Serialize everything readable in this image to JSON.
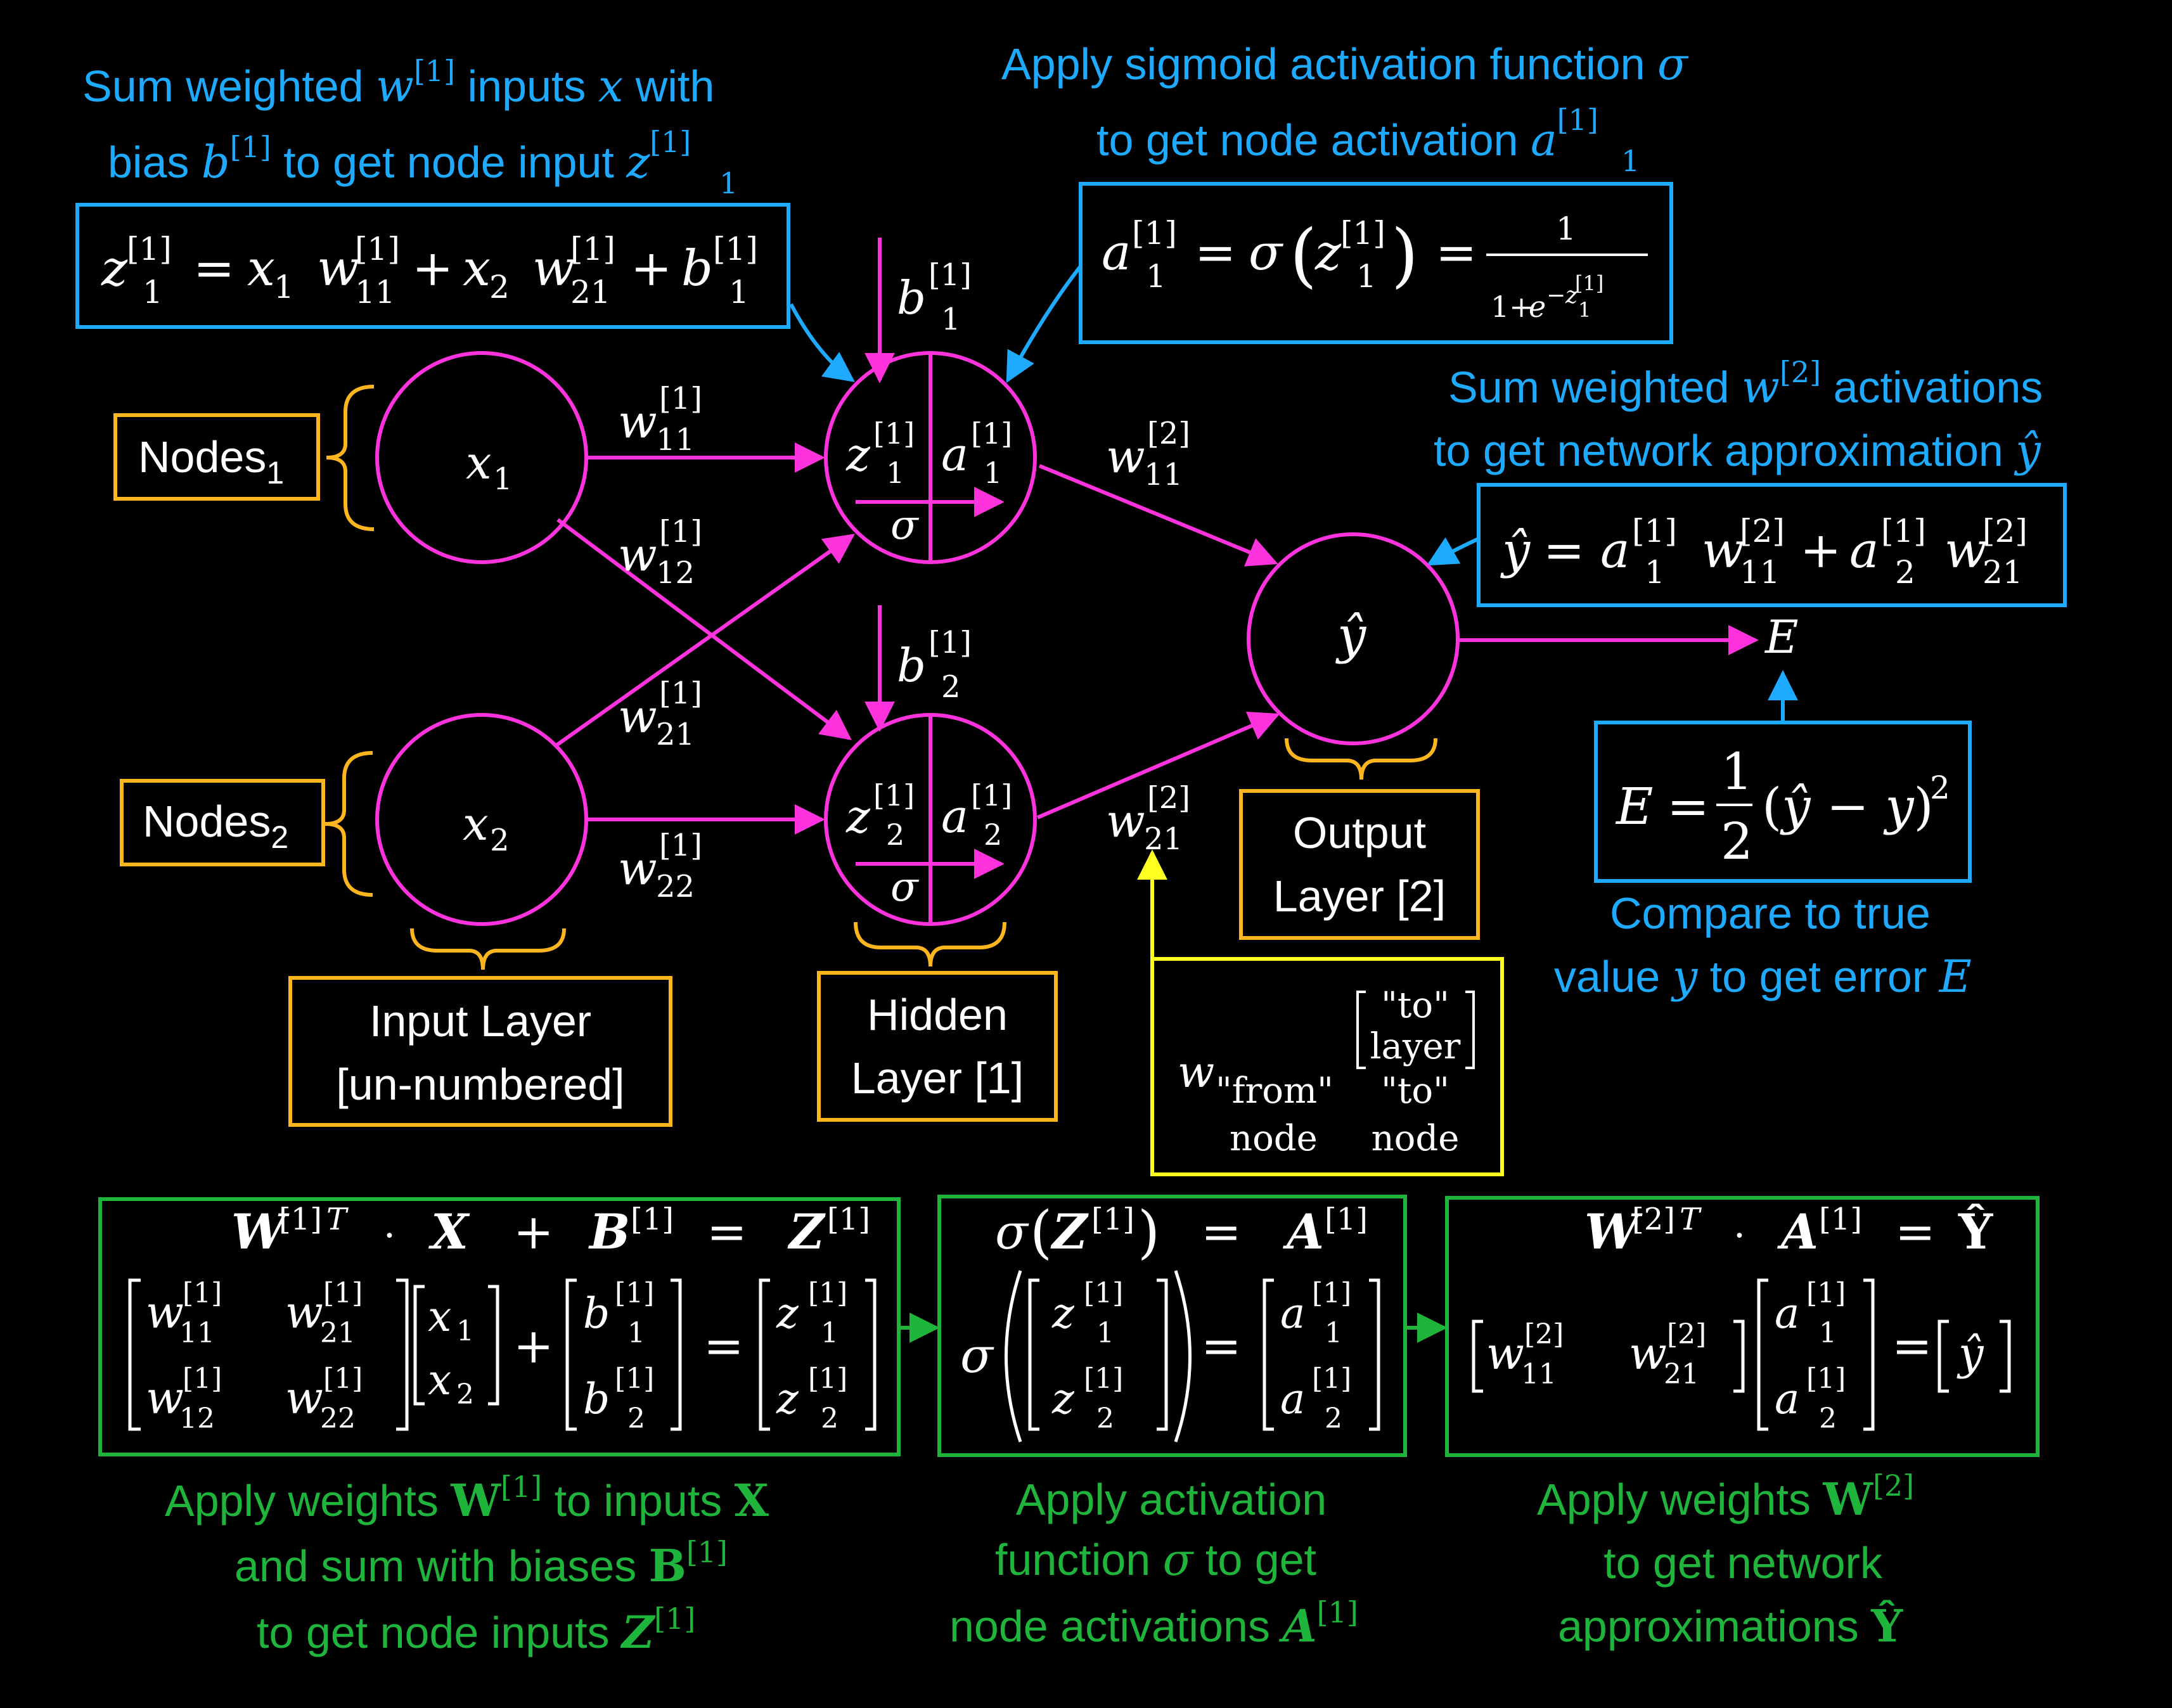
{
  "colors": {
    "background": "#000000",
    "magenta": "#ff33dd",
    "orange": "#ffb61e",
    "blue": "#1eaaff",
    "green": "#1fb43c",
    "yellow": "#ffff20",
    "white": "#ffffff"
  },
  "annotations": {
    "sum_line1_a": "Sum weighted ",
    "sum_line1_b": " inputs ",
    "sum_line1_c": " with",
    "sum_line2_a": "bias ",
    "sum_line2_b": " to get node input ",
    "sigmoid_line1": "Apply sigmoid activation function ",
    "sigmoid_line2": "to get node activation ",
    "output_line1_a": "Sum weighted ",
    "output_line1_b": " activations",
    "output_line2": "to get network approximation ",
    "error_line1": "Compare to true",
    "error_line2_a": "value ",
    "error_line2_b": " to get error "
  },
  "labels": {
    "nodes1": "Nodes",
    "nodes1_sub": "1",
    "nodes2": "Nodes",
    "nodes2_sub": "2",
    "input_layer_1": "Input Layer",
    "input_layer_2": "[un-numbered]",
    "hidden_layer_1": "Hidden",
    "hidden_layer_2": "Layer [1]",
    "output_layer_1": "Output",
    "output_layer_2": "Layer [2]"
  },
  "legend": {
    "to_layer_1": "\"to\"",
    "to_layer_2": "layer",
    "from_1": "\"from\"",
    "from_2": "node",
    "to_node_1": "\"to\"",
    "to_node_2": "node"
  },
  "captions": {
    "c1_line1": "Apply weights ",
    "c1_line1_b": " to inputs ",
    "c1_line2": "and sum with biases ",
    "c1_line3": "to get node inputs ",
    "c2_line1": "Apply activation",
    "c2_line2_a": "function ",
    "c2_line2_b": " to get",
    "c2_line3": "node activations ",
    "c3_line1": "Apply weights ",
    "c3_line2": "to get network",
    "c3_line3": "approximations "
  }
}
